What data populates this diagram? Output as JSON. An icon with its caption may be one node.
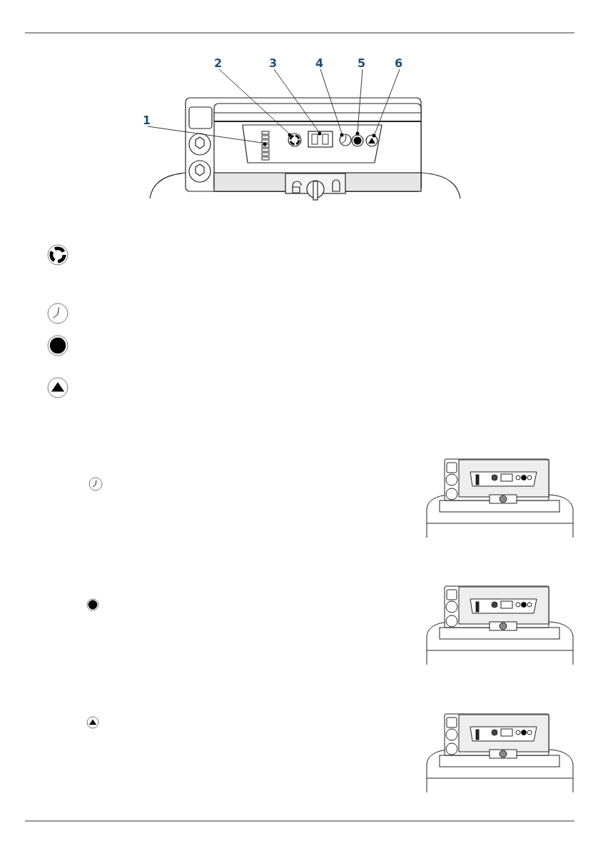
{
  "diagram": {
    "nodes": [
      {
        "text": [
          "1"
        ]
      },
      {
        "text": [
          "2"
        ]
      },
      {
        "text": [
          "3"
        ]
      },
      {
        "text": [
          "4"
        ]
      },
      {
        "text": [
          "5"
        ]
      },
      {
        "text": [
          "6"
        ]
      },
      {
        "text": [],
        "shape": "bar"
      },
      {
        "text": [],
        "shape": "circle"
      },
      {
        "text": [],
        "shape": "box"
      },
      {
        "text": [],
        "shape": "circle"
      },
      {
        "text": [],
        "shape": "circle"
      },
      {
        "text": [],
        "shape": "circle"
      }
    ],
    "edges": [
      {
        "from": 0,
        "to": 6,
        "arrow": "none"
      },
      {
        "from": 1,
        "to": 7,
        "arrow": "none"
      },
      {
        "from": 2,
        "to": 8,
        "arrow": "none"
      },
      {
        "from": 3,
        "to": 9,
        "arrow": "none"
      },
      {
        "from": 4,
        "to": 10,
        "arrow": "none"
      },
      {
        "from": 5,
        "to": 11,
        "arrow": "none"
      }
    ]
  }
}
